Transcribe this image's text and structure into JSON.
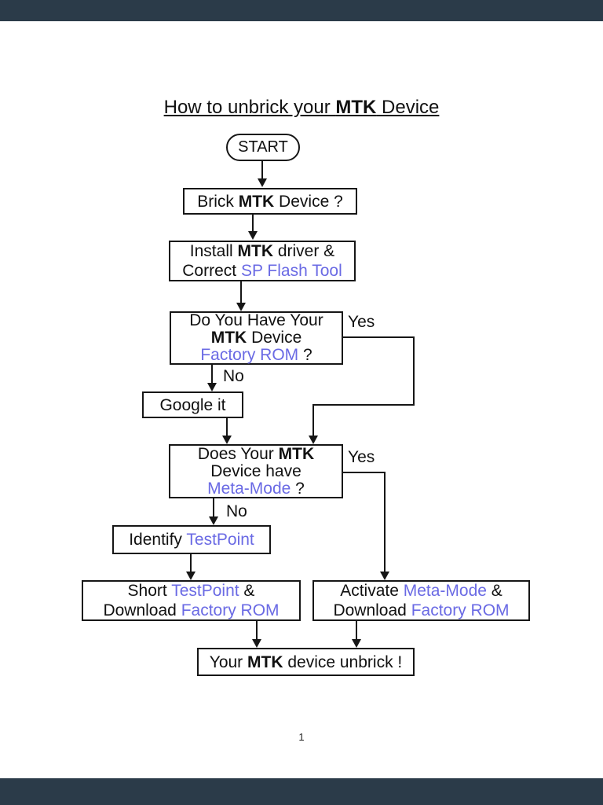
{
  "title": {
    "pre": "How to unbrick your ",
    "bold": "MTK",
    "post": " Device"
  },
  "page_number": "1",
  "colors": {
    "link": "#6a6ae4",
    "viewer_bar": "#2b3b49",
    "node_border": "#161616"
  },
  "flow": {
    "start": "START",
    "brick": {
      "pre": "Brick ",
      "bold": "MTK",
      "post": " Device ?"
    },
    "install": {
      "l1_pre": "Install ",
      "l1_bold": "MTK",
      "l1_post": " driver &",
      "l2_pre": "Correct ",
      "l2_link": "SP Flash Tool"
    },
    "have_rom": {
      "l1": "Do You Have Your",
      "l2_bold": "MTK",
      "l2_post": " Device",
      "l3_link": "Factory ROM",
      "l3_post": " ?"
    },
    "google": "Google it",
    "meta": {
      "l1_pre": "Does Your ",
      "l1_bold": "MTK",
      "l2": "Device have",
      "l3_link": "Meta-Mode",
      "l3_post": " ?"
    },
    "identify": {
      "pre": "Identify ",
      "link": "TestPoint"
    },
    "short_tp": {
      "l1_pre": "Short ",
      "l1_link": "TestPoint",
      "l1_post": " &",
      "l2_pre": "Download ",
      "l2_link": "Factory ROM"
    },
    "activate": {
      "l1_pre": "Activate ",
      "l1_link": "Meta-Mode",
      "l1_post": " &",
      "l2_pre": "Download ",
      "l2_link": "Factory ROM"
    },
    "final": {
      "pre": "Your ",
      "bold": "MTK",
      "post": " device unbrick !"
    },
    "yes1": "Yes",
    "no1": "No",
    "yes2": "Yes",
    "no2": "No"
  }
}
